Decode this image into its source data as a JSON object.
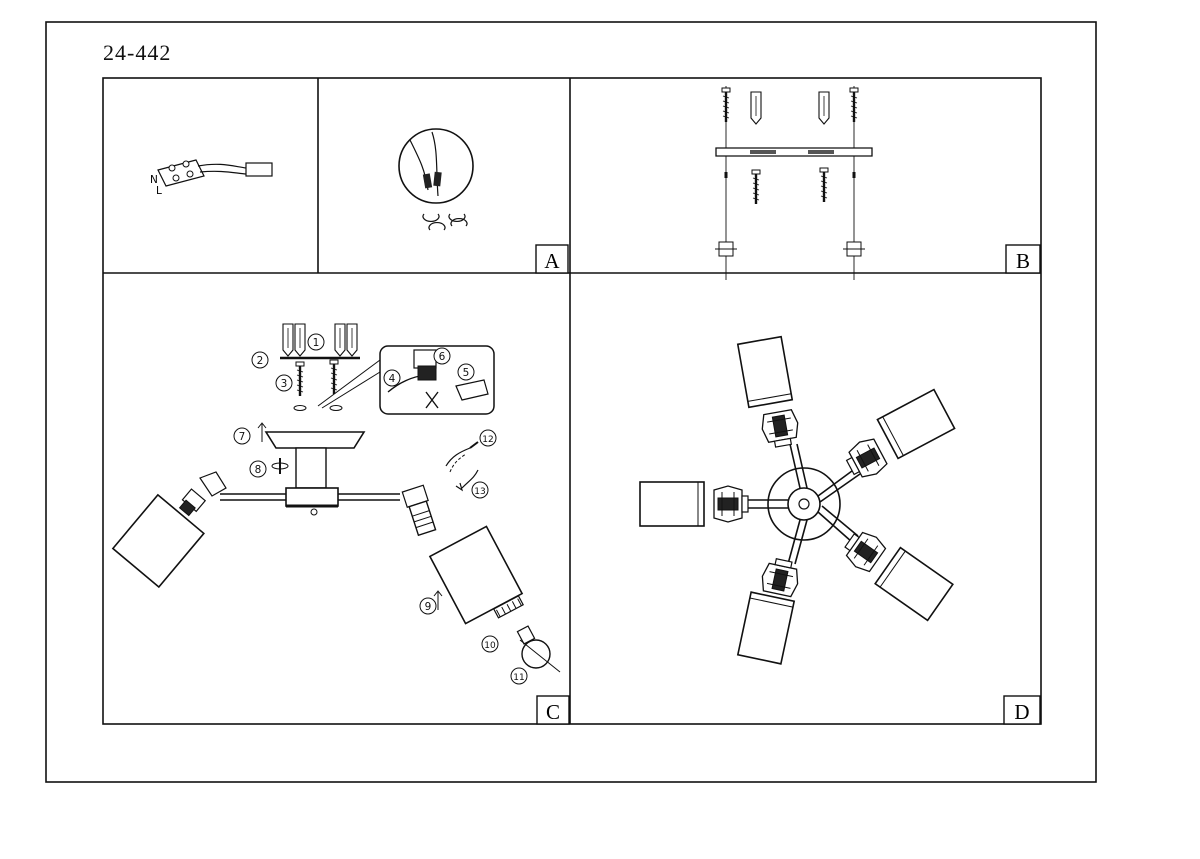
{
  "document": {
    "model_number": "24-442",
    "panels": [
      {
        "id": "a",
        "letter": "A"
      },
      {
        "id": "b",
        "letter": "B"
      },
      {
        "id": "c",
        "letter": "C"
      },
      {
        "id": "d",
        "letter": "D"
      }
    ],
    "callouts": [
      "1",
      "2",
      "3",
      "4",
      "5",
      "6",
      "7",
      "8",
      "9",
      "10",
      "11",
      "12",
      "13"
    ],
    "terminal_marks": [
      "N",
      "L"
    ]
  }
}
